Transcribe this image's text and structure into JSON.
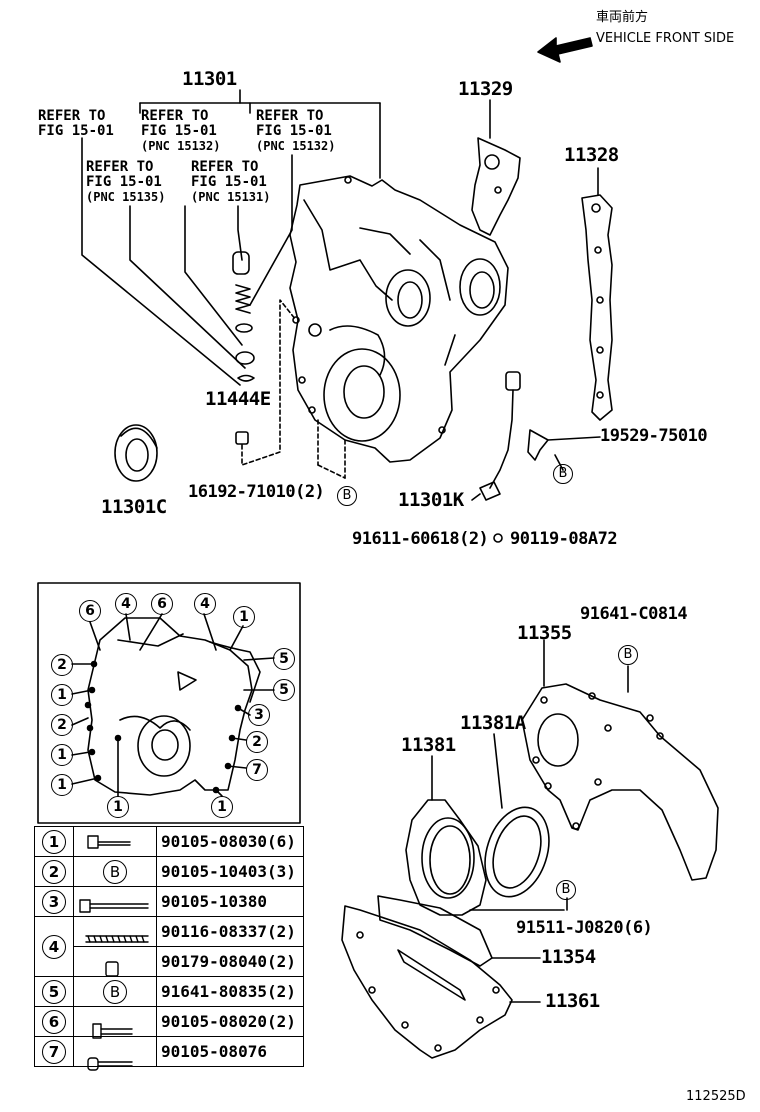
{
  "header": {
    "note_jp": "車両前方",
    "note_en": "VEHICLE FRONT SIDE"
  },
  "refs": [
    {
      "line1": "REFER TO",
      "line2": "FIG 15-01",
      "line3": ""
    },
    {
      "line1": "REFER TO",
      "line2": "FIG 15-01",
      "line3": "(PNC 15132)"
    },
    {
      "line1": "REFER TO",
      "line2": "FIG 15-01",
      "line3": "(PNC 15132)"
    },
    {
      "line1": "REFER TO",
      "line2": "FIG 15-01",
      "line3": "(PNC 15135)"
    },
    {
      "line1": "REFER TO",
      "line2": "FIG 15-01",
      "line3": "(PNC 15131)"
    }
  ],
  "parts": {
    "p11301": "11301",
    "p11329": "11329",
    "p11328": "11328",
    "p11444E": "11444E",
    "p11301C": "11301C",
    "p16192": "16192-71010(2)",
    "p11301K": "11301K",
    "p19529": "19529-75010",
    "p91611": "91611-60618(2)",
    "p90119": "90119-08A72",
    "p91641c": "91641-C0814",
    "p11355": "11355",
    "p11381A": "11381A",
    "p11381": "11381",
    "p91511": "91511-J0820(6)",
    "p11354": "11354",
    "p11361": "11361"
  },
  "markers": {
    "b": "B"
  },
  "detail_callouts": {
    "top": [
      "6",
      "4",
      "6",
      "4",
      "1"
    ],
    "left": [
      "2",
      "1",
      "2",
      "1",
      "1"
    ],
    "right": [
      "5",
      "5",
      "3",
      "2",
      "7"
    ],
    "bottom": [
      "1",
      "1"
    ]
  },
  "bolt_table": [
    {
      "key": "1",
      "icon": "bolt-icon",
      "part": "90105-08030(6)"
    },
    {
      "key": "2",
      "icon": "B",
      "part": "90105-10403(3)"
    },
    {
      "key": "3",
      "icon": "long-bolt-icon",
      "part": "90105-10380"
    },
    {
      "key": "4",
      "icon": "stud-icon",
      "part": "90116-08337(2)"
    },
    {
      "key": "",
      "icon": "nut-icon",
      "part": "90179-08040(2)"
    },
    {
      "key": "5",
      "icon": "B",
      "part": "91641-80835(2)"
    },
    {
      "key": "6",
      "icon": "flange-bolt-icon",
      "part": "90105-08020(2)"
    },
    {
      "key": "7",
      "icon": "bolt-icon",
      "part": "90105-08076"
    }
  ],
  "footer": {
    "figure_code": "112525D"
  }
}
